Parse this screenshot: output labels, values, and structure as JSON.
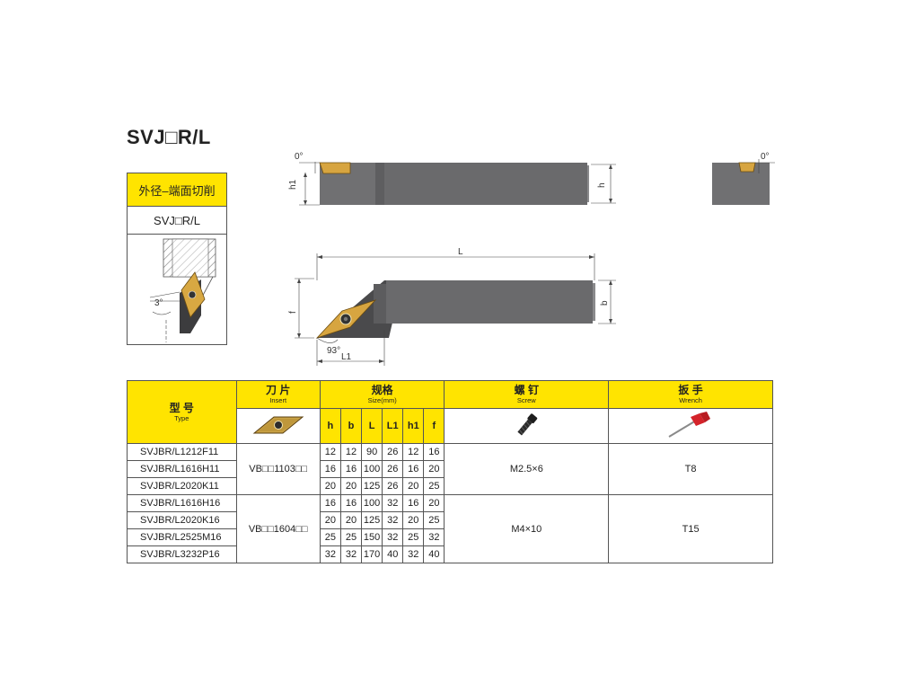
{
  "title": "SVJ□R/L",
  "operation": {
    "label": "外径–端面切削",
    "model": "SVJ□R/L",
    "angle_label": "3°"
  },
  "drawing": {
    "top_view": {
      "angle_label": "0°",
      "h1_label": "h1",
      "h_label": "h"
    },
    "end_view": {
      "angle_label": "0°"
    },
    "side_view": {
      "L_label": "L",
      "f_label": "f",
      "b_label": "b",
      "L1_label": "L1",
      "angle_label": "93°"
    }
  },
  "table": {
    "headers": {
      "type": {
        "cn": "型 号",
        "en": "Type"
      },
      "insert": {
        "cn": "刀 片",
        "en": "Insert"
      },
      "size": {
        "cn": "规格",
        "en": "Size(mm)"
      },
      "screw": {
        "cn": "螺 钉",
        "en": "Screw"
      },
      "wrench": {
        "cn": "扳 手",
        "en": "Wrench"
      }
    },
    "size_columns": [
      "h",
      "b",
      "L",
      "L1",
      "h1",
      "f"
    ],
    "groups": [
      {
        "insert": "VB□□1103□□",
        "screw": "M2.5×6",
        "wrench": "T8",
        "rows": [
          {
            "model": "SVJBR/L1212F11",
            "h": "12",
            "b": "12",
            "L": "90",
            "L1": "26",
            "h1": "12",
            "f": "16"
          },
          {
            "model": "SVJBR/L1616H11",
            "h": "16",
            "b": "16",
            "L": "100",
            "L1": "26",
            "h1": "16",
            "f": "20"
          },
          {
            "model": "SVJBR/L2020K11",
            "h": "20",
            "b": "20",
            "L": "125",
            "L1": "26",
            "h1": "20",
            "f": "25"
          }
        ]
      },
      {
        "insert": "VB□□1604□□",
        "screw": "M4×10",
        "wrench": "T15",
        "rows": [
          {
            "model": "SVJBR/L1616H16",
            "h": "16",
            "b": "16",
            "L": "100",
            "L1": "32",
            "h1": "16",
            "f": "20"
          },
          {
            "model": "SVJBR/L2020K16",
            "h": "20",
            "b": "20",
            "L": "125",
            "L1": "32",
            "h1": "20",
            "f": "25"
          },
          {
            "model": "SVJBR/L2525M16",
            "h": "25",
            "b": "25",
            "L": "150",
            "L1": "32",
            "h1": "25",
            "f": "32"
          },
          {
            "model": "SVJBR/L3232P16",
            "h": "32",
            "b": "32",
            "L": "170",
            "L1": "40",
            "h1": "32",
            "f": "40"
          }
        ]
      }
    ]
  },
  "colors": {
    "header_yellow": "#ffe400",
    "tool_gray": "#6e6e70",
    "insert_gold": "#c9a13b",
    "wrench_red": "#d4232a"
  },
  "icons": {
    "insert": "rhombic-insert-icon",
    "screw": "torx-screw-icon",
    "wrench": "torx-wrench-icon"
  }
}
